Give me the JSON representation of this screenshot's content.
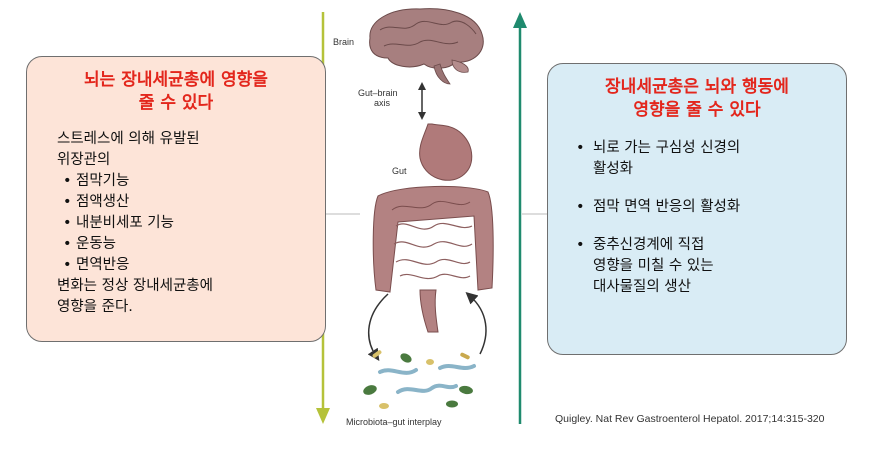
{
  "left_box": {
    "title_lines": [
      "뇌는 장내세균총에 영향을",
      "줄 수 있다"
    ],
    "intro_lines": [
      "스트레스에 의해 유발된",
      "위장관의"
    ],
    "bullets": [
      "점막기능",
      "점액생산",
      "내분비세포 기능",
      "운동능",
      "면역반응"
    ],
    "outro_lines": [
      "변화는 정상 장내세균총에",
      "영향을 준다."
    ]
  },
  "right_box": {
    "title_lines": [
      "장내세균총은 뇌와 행동에",
      "영향을 줄 수 있다"
    ],
    "bullets": [
      {
        "lines": [
          "뇌로 가는 구심성 신경의",
          "활성화"
        ]
      },
      {
        "lines": [
          "점막 면역 반응의 활성화"
        ]
      },
      {
        "lines": [
          "중추신경계에 직접",
          "영향을 미칠 수 있는",
          "대사물질의 생산"
        ]
      }
    ]
  },
  "figure": {
    "brain_label": "Brain",
    "axis_label_lines": [
      "Gut–brain",
      "axis"
    ],
    "gut_label": "Gut",
    "microbiota_label": "Microbiota–gut interplay"
  },
  "citation": "Quigley. Nat Rev Gastroenterol Hepatol. 2017;14:315-320",
  "colors": {
    "title_red": "#e3261c",
    "left_fill": "#fde4d8",
    "right_fill": "#d9ecf5",
    "down_arrow": "#b5c23a",
    "up_arrow": "#1f8a6e"
  }
}
